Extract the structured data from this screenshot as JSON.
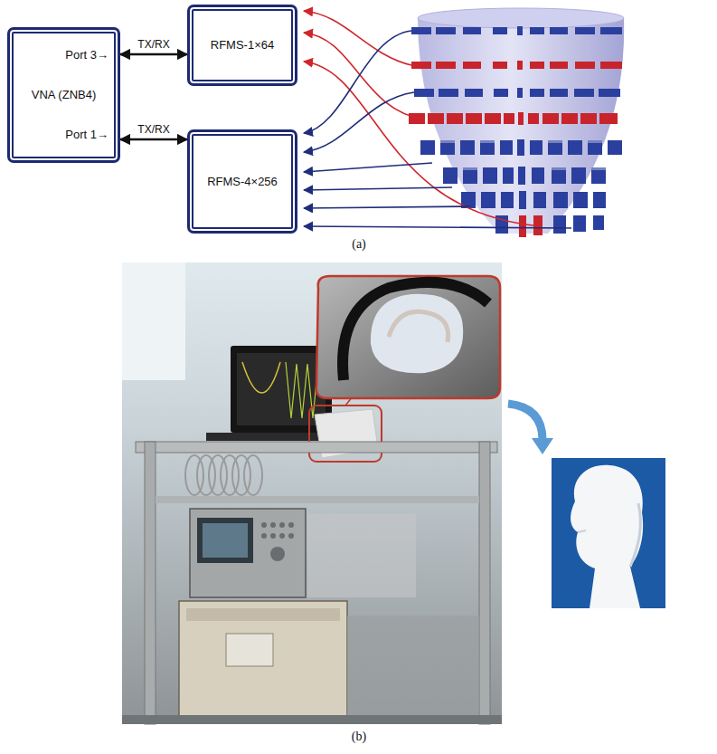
{
  "diagram": {
    "nodes": [
      {
        "text": [
          "Port 3→",
          "VNA (ZNB4)",
          "Port 1→"
        ]
      },
      {
        "text": [
          "RFMS-1×64"
        ]
      },
      {
        "text": [
          "RFMS-4×256"
        ]
      }
    ],
    "edges": [
      {
        "from": 0,
        "to": 1,
        "label": "TX/RX",
        "arrow": "both"
      },
      {
        "from": 0,
        "to": 2,
        "label": "TX/RX",
        "arrow": "both"
      }
    ],
    "labels": [
      "(a)",
      "(b)"
    ]
  }
}
